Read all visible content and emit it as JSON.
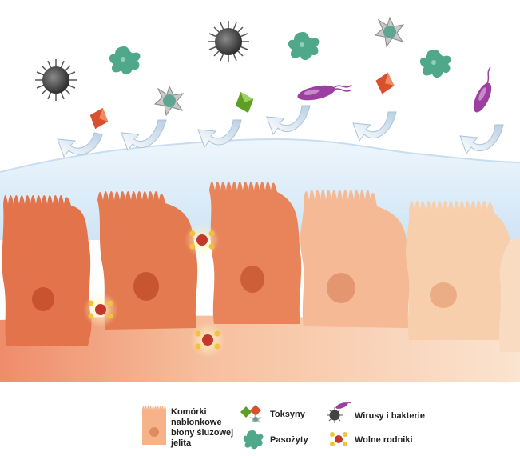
{
  "legend": {
    "cells_label_lines": [
      "Komórki",
      "nabłonkowe",
      "błony śluzowej",
      "jelita"
    ],
    "toxins_label": "Toksyny",
    "parasites_label": "Pasożyty",
    "viruses_label": "Wirusy i bakterie",
    "radicals_label": "Wolne rodniki"
  },
  "colors": {
    "cell_dark": "#e27149",
    "cell_light": "#f6c7a2",
    "mucus": "#dcecf8",
    "lamina": "#f8dcc4",
    "virus": "#4a4a4a",
    "parasite": "#4fa88a",
    "toxin_red": "#d9502e",
    "toxin_green": "#6fb02e",
    "bacteria": "#9b3fa0",
    "radical_core": "#c0392b",
    "radical_satellite": "#f2c23a"
  }
}
